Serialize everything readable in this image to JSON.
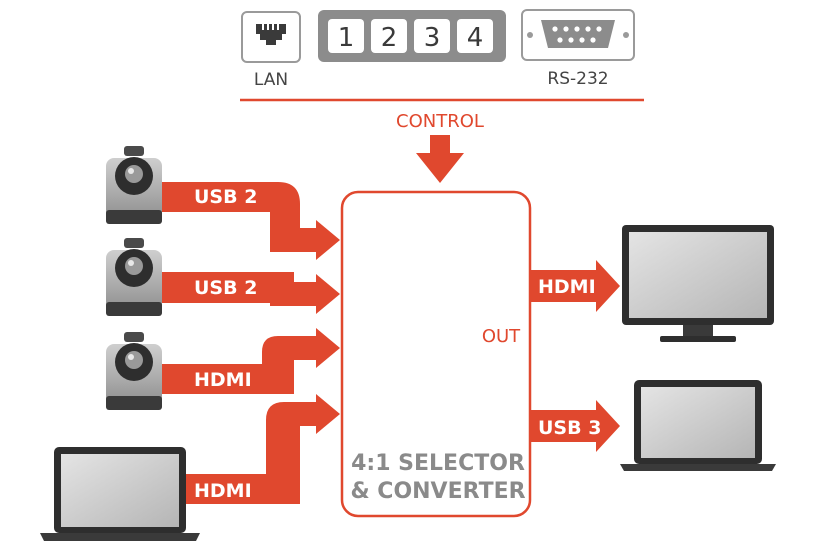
{
  "control_panel": {
    "lan_label": "LAN",
    "rs232_label": "RS-232",
    "preset_buttons": [
      "1",
      "2",
      "3",
      "4"
    ],
    "control_label": "CONTROL"
  },
  "inputs": [
    {
      "device": "ptz-camera",
      "label": "USB 2"
    },
    {
      "device": "ptz-camera",
      "label": "USB 2"
    },
    {
      "device": "ptz-camera",
      "label": "HDMI"
    },
    {
      "device": "laptop",
      "label": "HDMI"
    }
  ],
  "box": {
    "title_line1": "4:1 SELECTOR",
    "title_line2": "& CONVERTER",
    "out_label": "OUT"
  },
  "outputs": [
    {
      "device": "monitor",
      "label": "HDMI"
    },
    {
      "device": "laptop",
      "label": "USB 3"
    }
  ],
  "colors": {
    "accent": "#e0482e",
    "box_border": "#e0482e",
    "box_text": "#8a8a8a",
    "device_dark": "#2e2e2e",
    "device_screen": "#c9c9c9"
  }
}
